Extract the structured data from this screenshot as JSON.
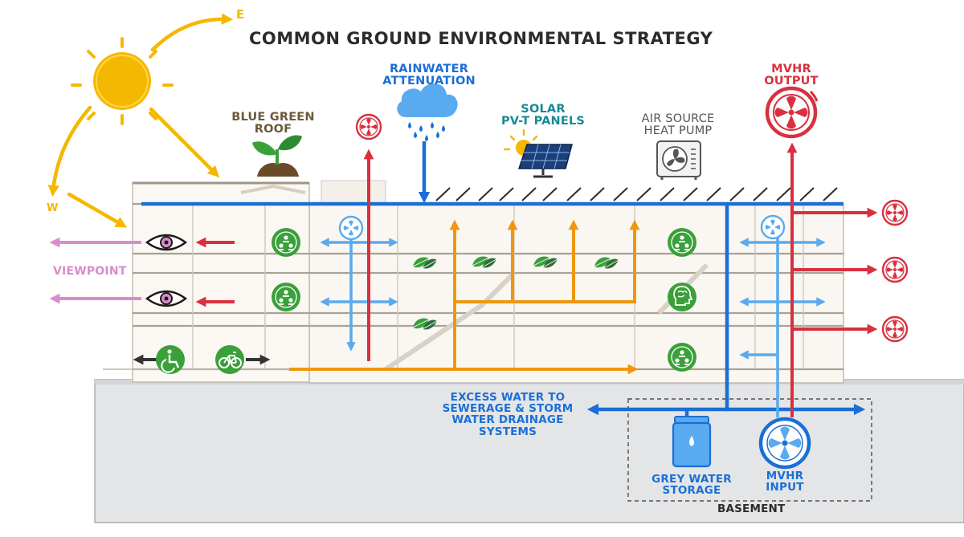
{
  "title": "COMMON GROUND ENVIRONMENTAL STRATEGY",
  "compass": {
    "east": "E",
    "west": "W"
  },
  "labels": {
    "rainwater": [
      "RAINWATER",
      "ATTENUATION"
    ],
    "blue_green_roof": [
      "BLUE GREEN",
      "ROOF"
    ],
    "solar": [
      "SOLAR",
      "PV-T PANELS"
    ],
    "heat_pump": [
      "AIR SOURCE",
      "HEAT PUMP"
    ],
    "mvhr_output": [
      "MVHR",
      "OUTPUT"
    ],
    "viewpoint": "VIEWPOINT",
    "excess_water": [
      "EXCESS WATER TO",
      "SEWERAGE  & STORM",
      "WATER DRAINAGE",
      "SYSTEMS"
    ],
    "grey_water": [
      "GREY WATER",
      "STORAGE"
    ],
    "mvhr_input": [
      "MVHR",
      "INPUT"
    ],
    "basement": "BASEMENT"
  },
  "colors": {
    "title": "#2c2c2c",
    "sun": "#f5b800",
    "blue": "#1a6fd6",
    "light_blue": "#5aaaf0",
    "red": "#d9303f",
    "orange": "#f0960f",
    "pink": "#d98cc8",
    "green": "#3aa03a",
    "dark_green": "#2f6e3a",
    "brown": "#6b5a3a",
    "teal": "#178a96",
    "grey_text": "#555555",
    "ground": "#e4e5e7"
  },
  "icons": [
    "sun-icon",
    "rain-cloud-icon",
    "seedling-icon",
    "solar-panel-icon",
    "heat-pump-icon",
    "fan-icon",
    "eye-icon",
    "community-icon",
    "brain-icon",
    "leaf-icon",
    "wheelchair-icon",
    "bicycle-icon",
    "water-tank-icon"
  ]
}
